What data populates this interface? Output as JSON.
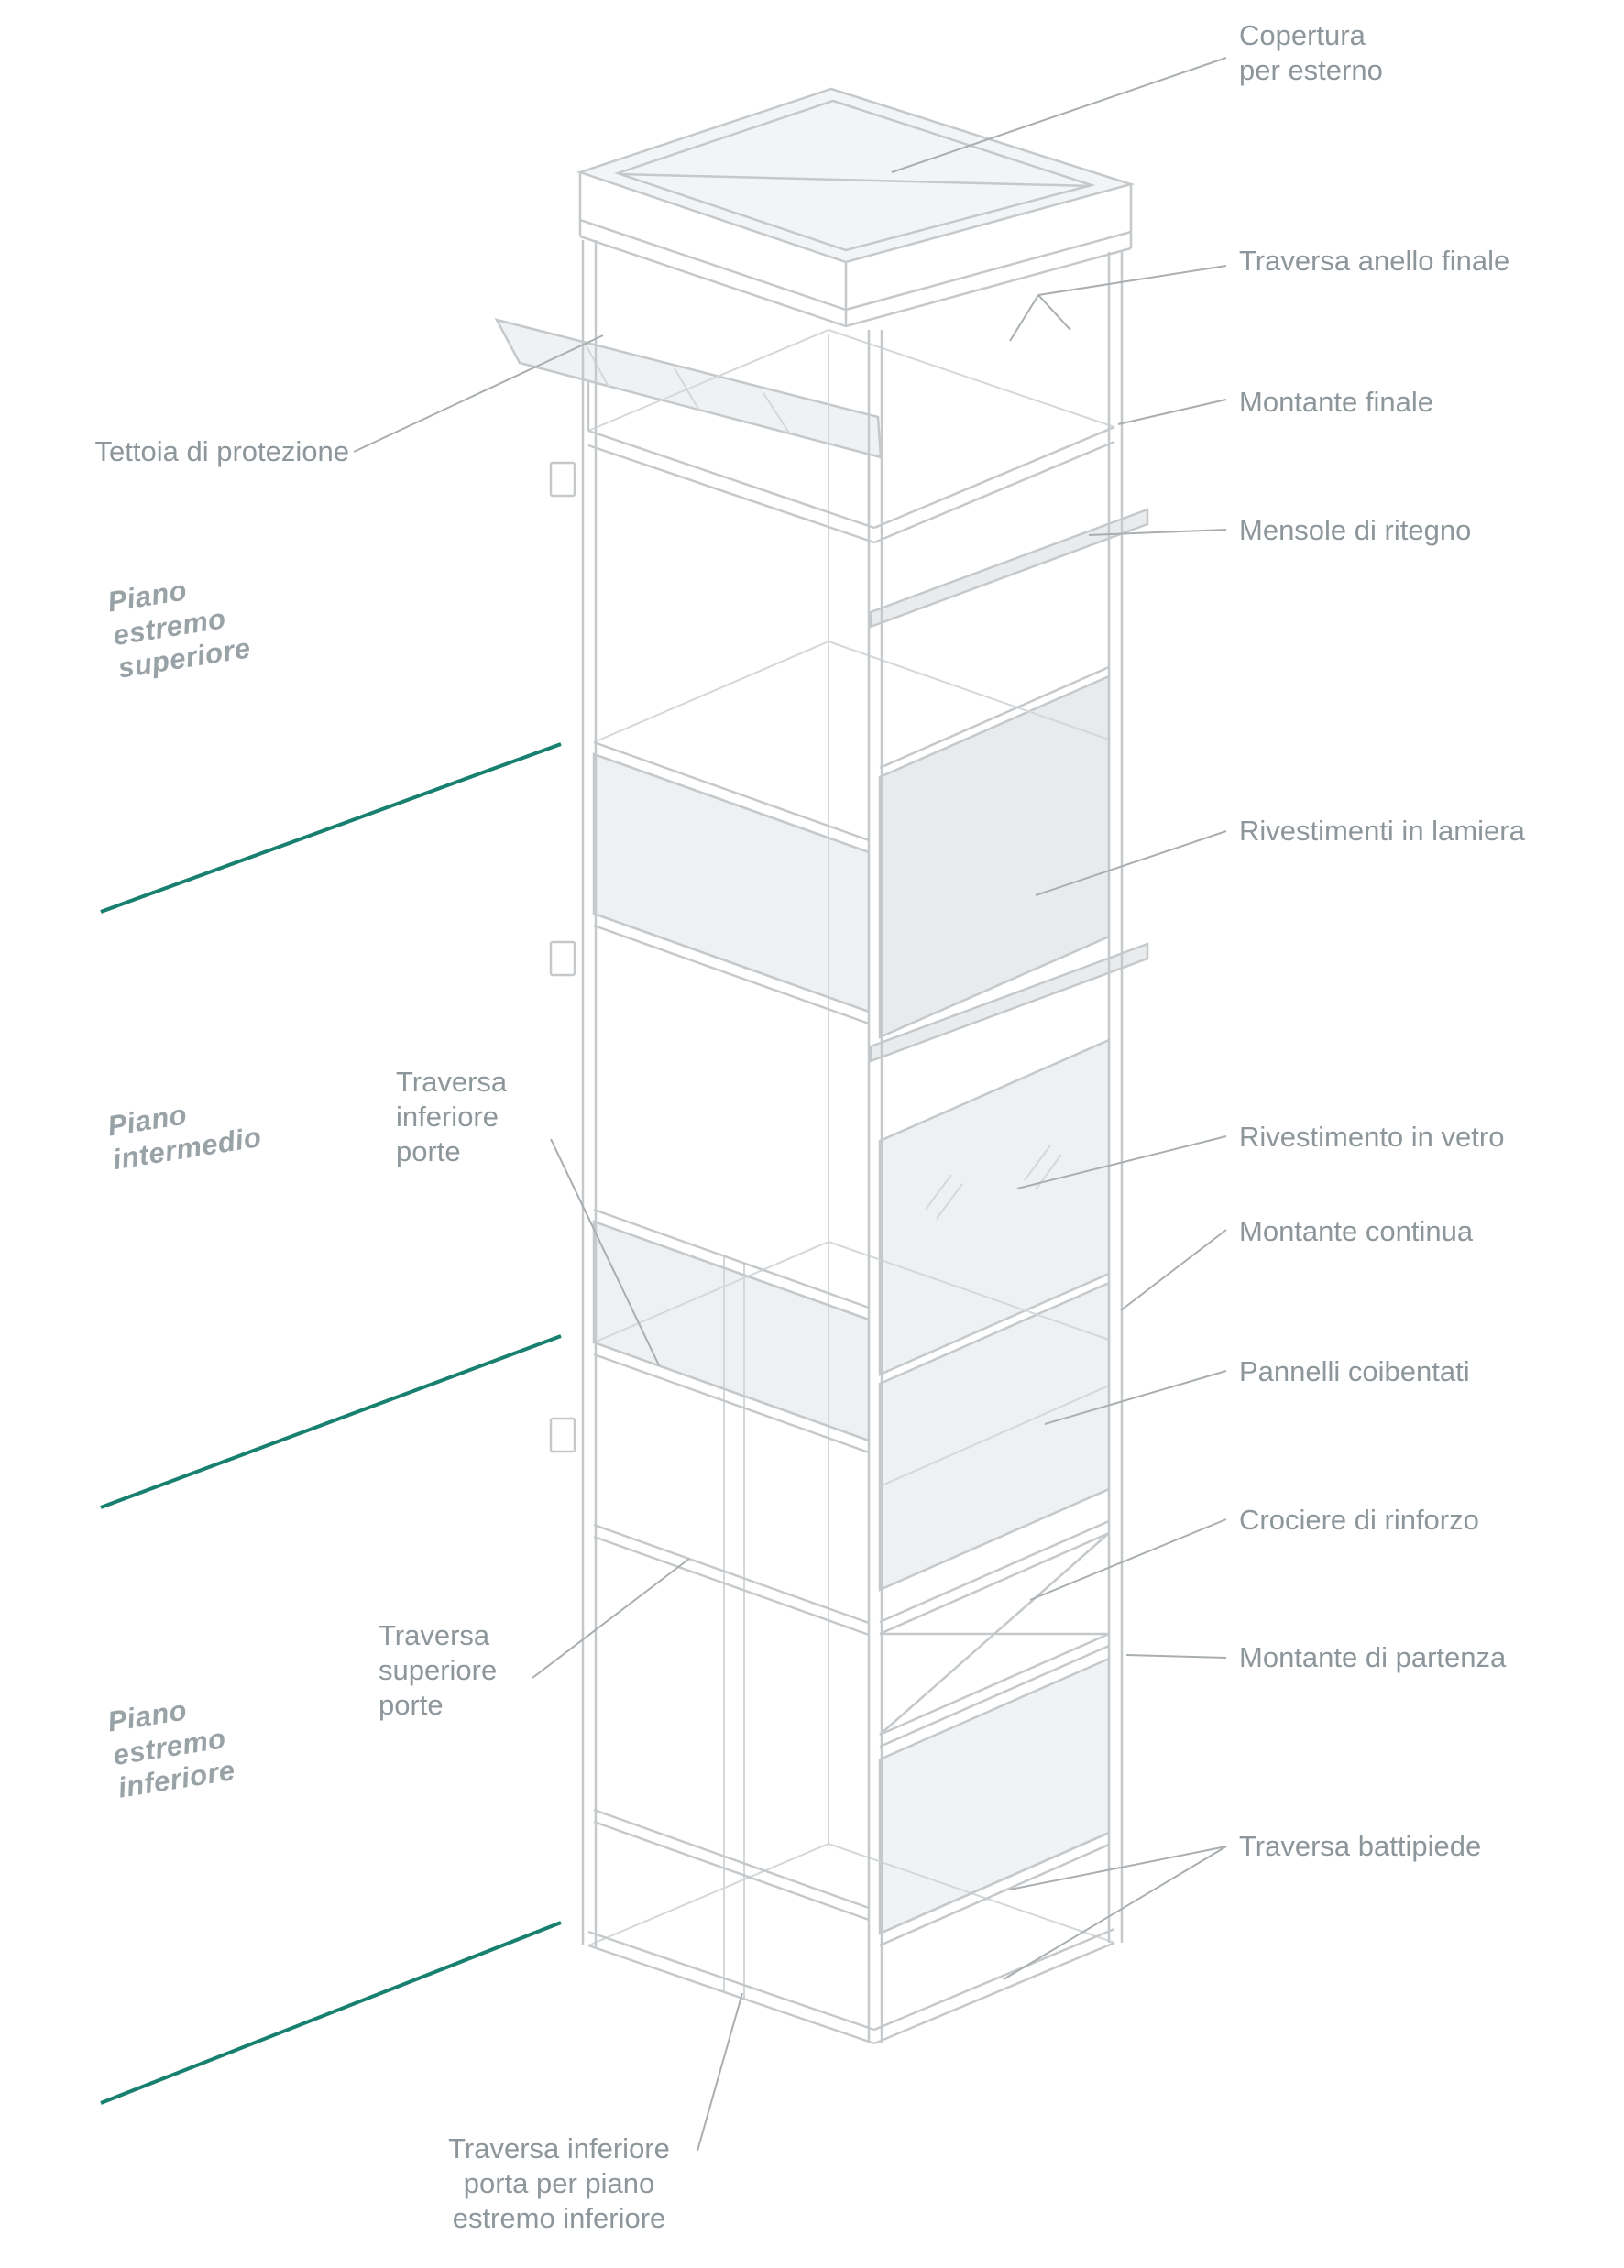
{
  "diagram": {
    "type": "technical-illustration",
    "subject": "elevator shaft steel structure with part callouts (Italian)",
    "colors": {
      "structure_line": "#c5c9cb",
      "structure_light_line": "#d4d8da",
      "panel_fill": "#eef0f1",
      "leader_line": "#a9aeb1",
      "label_text": "#8d969a",
      "floor_label_text": "#99a2a6",
      "floor_line_teal": "#17806e",
      "background": "#ffffff"
    },
    "labels": {
      "copertura": "Copertura\nper esterno",
      "traversa_anello": "Traversa anello finale",
      "montante_finale": "Montante finale",
      "mensole": "Mensole di ritegno",
      "lamiera": "Rivestimenti in lamiera",
      "vetro": "Rivestimento in vetro",
      "montante_continua": "Montante continua",
      "coibentati": "Pannelli coibentati",
      "crociere": "Crociere di rinforzo",
      "montante_partenza": "Montante di partenza",
      "battipiede": "Traversa battipiede",
      "tettoia": "Tettoia di protezione",
      "piano_superiore": "Piano\nestremo\nsuperiore",
      "piano_intermedio": "Piano\nintermedio",
      "piano_inferiore": "Piano\nestremo\ninferiore",
      "traversa_inferiore_porte": "Traversa\ninferiore\nporte",
      "traversa_superiore_porte": "Traversa\nsuperiore\nporte",
      "traversa_inferiore_piano_inf": "Traversa inferiore\nporta per piano\nestremo inferiore"
    },
    "floor_lines_count": 3
  }
}
